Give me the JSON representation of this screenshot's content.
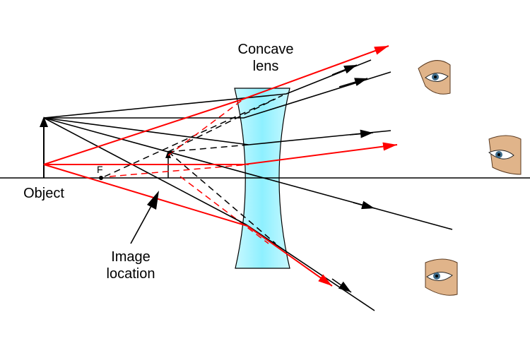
{
  "labels": {
    "lens_line1": "Concave",
    "lens_line2": "lens",
    "object": "Object",
    "image_line1": "Image",
    "image_line2": "location",
    "focal_point": "F"
  },
  "colors": {
    "lens_fill": "#8ef0ff",
    "red_ray": "#ff0000",
    "black_ray": "#000000"
  },
  "icons": [
    "eye-icon-top",
    "eye-icon-middle",
    "eye-icon-bottom"
  ]
}
